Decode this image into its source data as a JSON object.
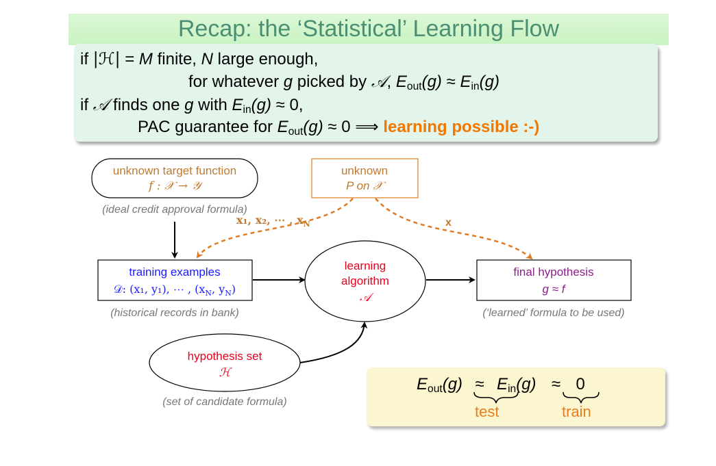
{
  "slide": {
    "title": "Recap: the ‘Statistical’ Learning Flow"
  },
  "recap": {
    "l1_if": "if ",
    "l1_abs_h": "|ℋ|",
    "l1_eq": " = ",
    "l1_m": "M",
    "l1_finite": " finite, ",
    "l1_n": "N",
    "l1_rest": " large enough,",
    "l2_pre": "for whatever ",
    "l2_g": "g",
    "l2_mid": " picked by ",
    "l2_a": "𝒜",
    "l2_comma": ", ",
    "l2_eout": "E",
    "l2_out": "out",
    "l2_g2": "(g)",
    "l2_approx": " ≈ ",
    "l2_ein": "E",
    "l2_in": "in",
    "l2_g3": "(g)",
    "l3_if": "if ",
    "l3_a": "𝒜",
    "l3_mid": " finds one ",
    "l3_g": "g",
    "l3_with": " with ",
    "l3_ein": "E",
    "l3_in": "in",
    "l3_g2": "(g)",
    "l3_approx": " ≈ 0,",
    "l4_pre": "PAC guarantee for ",
    "l4_eout": "E",
    "l4_out": "out",
    "l4_g": "(g)",
    "l4_approx": " ≈ 0 ⟹ ",
    "l4_conclusion": "learning possible :-)"
  },
  "diagram": {
    "target": {
      "line1": "unknown target function",
      "line2": "f : 𝒳 → 𝒴",
      "caption": "(ideal credit approval formula)"
    },
    "distribution": {
      "line1": "unknown",
      "line2": "P on 𝒳"
    },
    "training": {
      "line1": "training examples",
      "line2": "𝒟: (x₁, y₁), ⋯ , (x",
      "line2_sub": "N",
      "line2_b": ", y",
      "line2_sub2": "N",
      "line2_c": ")",
      "caption": "(historical records in bank)"
    },
    "algorithm": {
      "line1": "learning",
      "line2": "algorithm",
      "line3": "𝒜"
    },
    "final": {
      "line1": "final hypothesis",
      "line2": "g ≈ f",
      "caption": "(‘learned’ formula to be used)"
    },
    "hypothesis": {
      "line1": "hypothesis set",
      "line2": "ℋ",
      "caption": "(set of candidate formula)"
    },
    "sample_label": "x₁, x₂, ⋯ , x",
    "sample_label_sub": "N",
    "x_label": "x",
    "colors": {
      "orange": "#e07b20",
      "blue": "#1a1aff",
      "red": "#e8001c",
      "purple": "#8a1f8a",
      "gray": "#777777"
    }
  },
  "equation": {
    "eout": "E",
    "out": "out",
    "g1": "(g)",
    "approx1": "≈",
    "ein": "E",
    "in": "in",
    "g2": "(g)",
    "approx2": "≈",
    "zero": "0",
    "test": "test",
    "train": "train"
  }
}
